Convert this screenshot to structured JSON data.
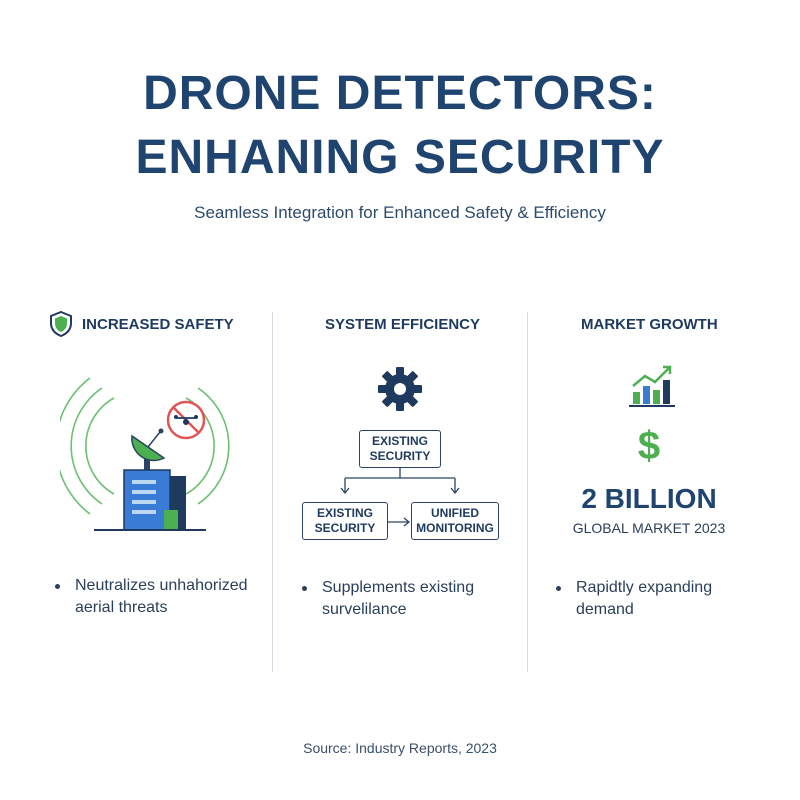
{
  "title_line1": "DRONE DETECTORS:",
  "title_line2": "ENHANING SECURITY",
  "subtitle": "Seamless Integration for Enhanced Safety & Efficiency",
  "columns": {
    "safety": {
      "heading": "INCREASED SAFETY",
      "bullet_line1": "Neutralizes unhahorized",
      "bullet_line2": "aerial threats",
      "icons": [
        "shield-icon",
        "radar-dish-icon",
        "no-drone-icon",
        "building-icon"
      ]
    },
    "efficiency": {
      "heading": "SYSTEM EFFICIENCY",
      "top_box_line1": "EXISTING",
      "top_box_line2": "SECURITY",
      "left_box_line1": "EXISTING",
      "left_box_line2": "SECURITY",
      "right_box_line1": "UNIFIED",
      "right_box_line2": "MONITORING",
      "bullet_line1": "Supplements existing",
      "bullet_line2": "survelilance",
      "icons": [
        "gear-icon"
      ]
    },
    "market": {
      "heading": "MARKET GROWTH",
      "currency_symbol": "$",
      "stat_value": "2 BILLION",
      "stat_label": "GLOBAL MARKET 2023",
      "bullet_line1": "Rapidtly expanding",
      "bullet_line2": "demand",
      "icons": [
        "growth-chart-icon",
        "dollar-icon"
      ]
    }
  },
  "source": "Source: Industry Reports, 2023",
  "colors": {
    "navy": "#1f4470",
    "green": "#4caf50",
    "blue": "#3a7bd5"
  }
}
